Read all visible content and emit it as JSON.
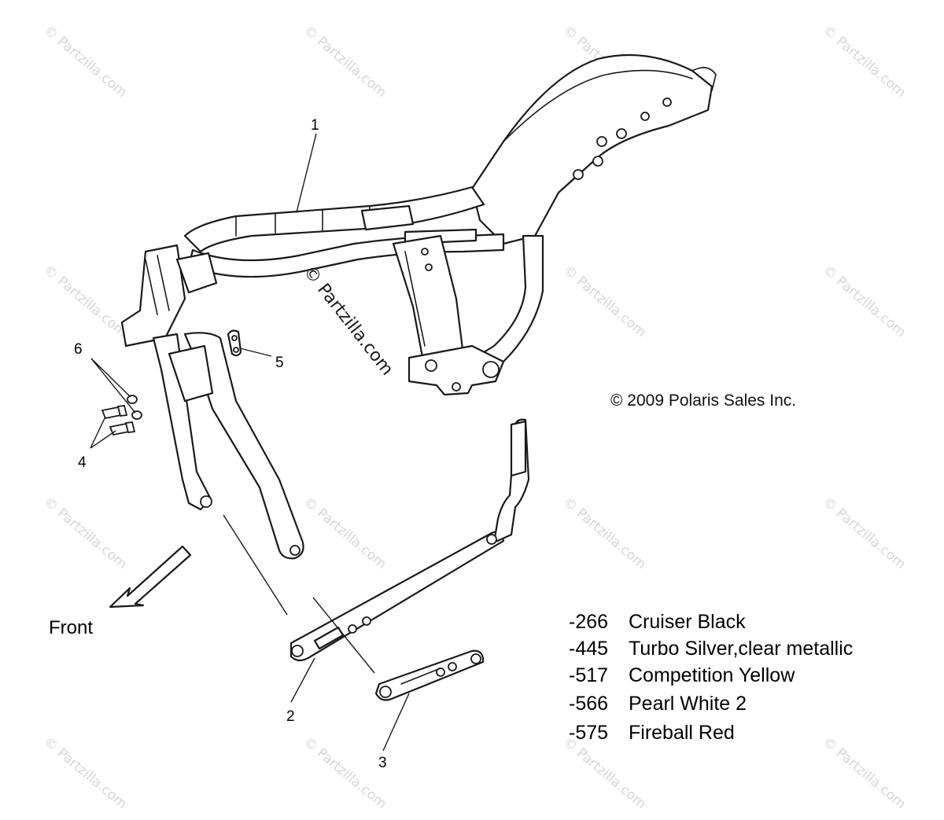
{
  "callouts": {
    "c1": "1",
    "c2": "2",
    "c3": "3",
    "c4": "4",
    "c5": "5",
    "c6": "6"
  },
  "front_label": "Front",
  "copyright": "© 2009 Polaris Sales Inc.",
  "center_watermark": "© Partzilla.com",
  "watermark_small": "© Partzilla.com",
  "color_codes": [
    {
      "code": "-266",
      "name": "Cruiser Black"
    },
    {
      "code": "-445",
      "name": "Turbo Silver,clear metallic"
    },
    {
      "code": "-517",
      "name": "Competition Yellow"
    },
    {
      "code": "-566",
      "name": "Pearl White 2"
    },
    {
      "code": "-575",
      "name": "Fireball Red"
    }
  ]
}
